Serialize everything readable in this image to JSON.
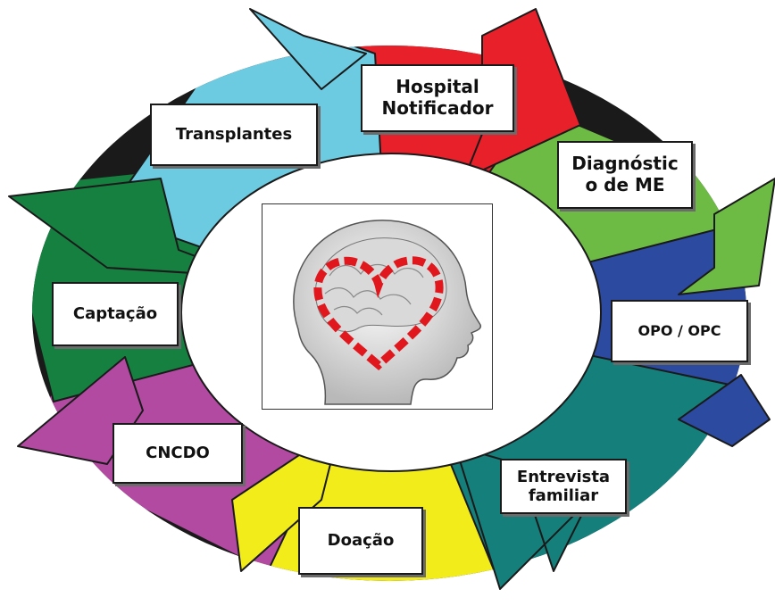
{
  "cycle": {
    "stages": [
      {
        "key": "hospital",
        "lines": [
          "Hospital",
          "Notificador"
        ],
        "color": "#e8202a"
      },
      {
        "key": "diagnostico",
        "lines": [
          "Diagnóstic",
          "o de ME"
        ],
        "color": "#6dbb45"
      },
      {
        "key": "opo",
        "lines": [
          "OPO / OPC"
        ],
        "color": "#2b4aa0"
      },
      {
        "key": "entrevista",
        "lines": [
          "Entrevista",
          "familiar"
        ],
        "color": "#157f7c"
      },
      {
        "key": "doacao",
        "lines": [
          "Doação"
        ],
        "color": "#f2ec1a"
      },
      {
        "key": "cncdo",
        "lines": [
          "CNCDO"
        ],
        "color": "#b24aa1"
      },
      {
        "key": "captacao",
        "lines": [
          "Captação"
        ],
        "color": "#168040"
      },
      {
        "key": "transplantes",
        "lines": [
          "Transplantes"
        ],
        "color": "#6ccbe0"
      }
    ]
  },
  "center_image": {
    "icon": "brain-heart-head-icon",
    "heart_color": "#e0181e"
  }
}
